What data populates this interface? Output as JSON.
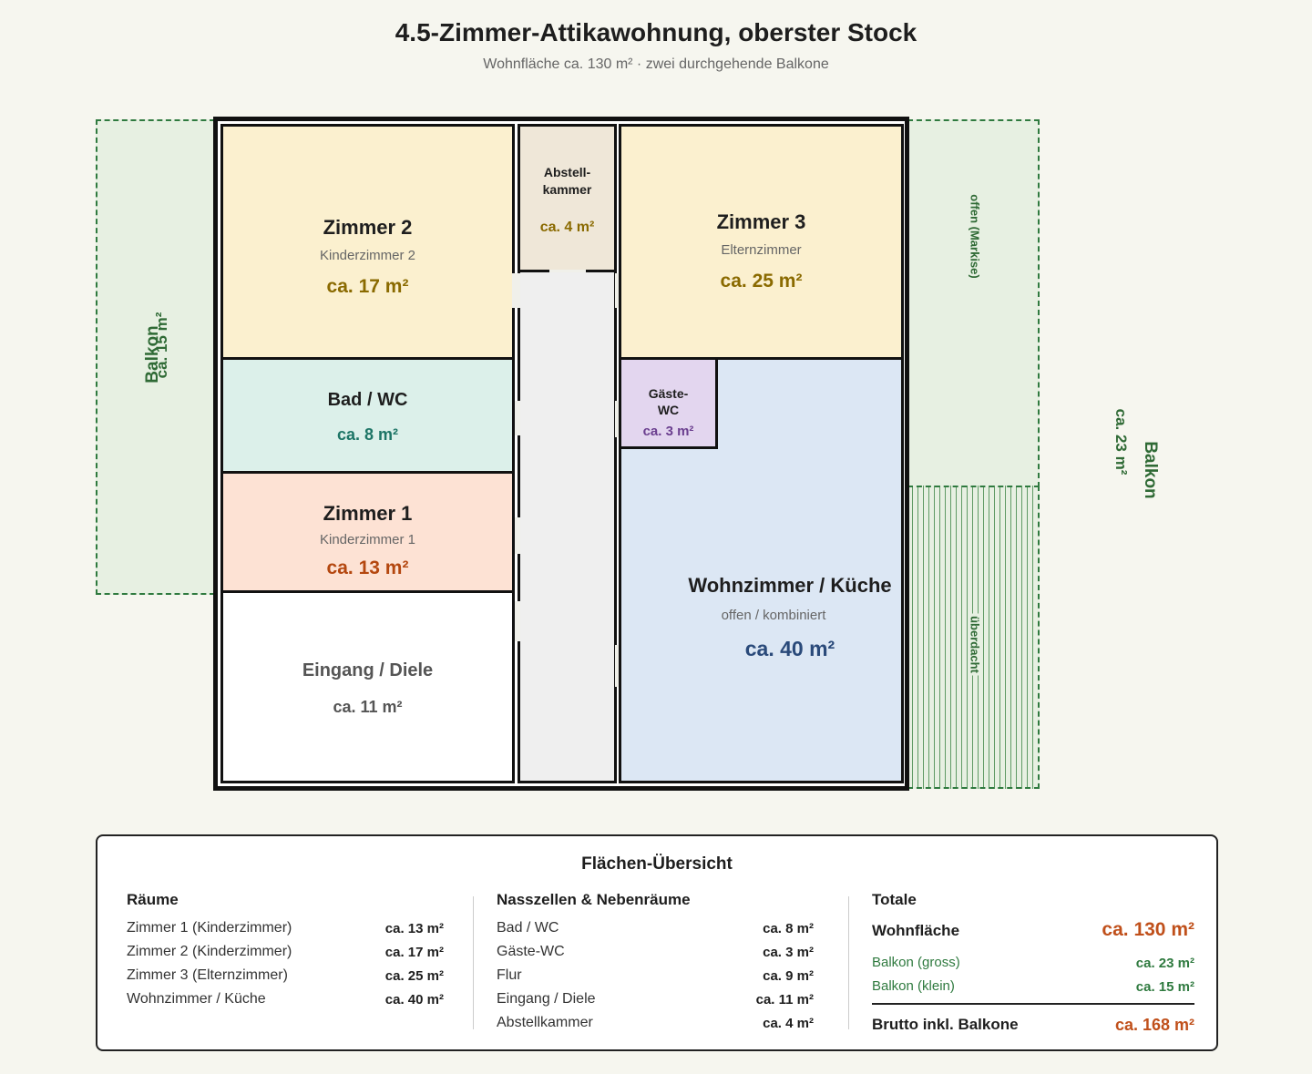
{
  "header": {
    "title": "4.5-Zimmer-Attikawohnung, oberster Stock",
    "subtitle": "Wohnfläche ca. 130 m² · zwei durchgehende Balkone"
  },
  "colors": {
    "zimmer_yellow": "#fbf0cf",
    "bad_mint": "#dcf0ea",
    "zimmer1_salmon": "#fde2d4",
    "wohn_blue": "#dce7f4",
    "gaeste_lilac": "#e3d6ef",
    "abstell_beige": "#efe7d8",
    "flur_grey": "#efefef",
    "balcony_green": "#2f7a3f",
    "accent_red": "#c0501b"
  },
  "plan": {
    "zimmer2": {
      "name": "Zimmer 2",
      "sub": "Kinderzimmer 2",
      "area": "ca. 17 m²"
    },
    "abstell": {
      "name_1": "Abstell-",
      "name_2": "kammer",
      "area": "ca. 4 m²"
    },
    "zimmer3": {
      "name": "Zimmer 3",
      "sub": "Elternzimmer",
      "area": "ca. 25 m²"
    },
    "bad": {
      "name": "Bad / WC",
      "area": "ca. 8 m²"
    },
    "gaeste": {
      "name_1": "Gäste-",
      "name_2": "WC",
      "area": "ca. 3 m²"
    },
    "zimmer1": {
      "name": "Zimmer 1",
      "sub": "Kinderzimmer 1",
      "area": "ca. 13 m²"
    },
    "wohn": {
      "name": "Wohnzimmer / Küche",
      "sub": "offen / kombiniert",
      "area": "ca. 40 m²"
    },
    "eingang": {
      "name": "Eingang / Diele",
      "area": "ca. 11 m²"
    },
    "balkon_left": {
      "name": "Balkon",
      "area": "ca. 15 m²"
    },
    "balkon_right": {
      "name": "Balkon",
      "area": "ca. 23 m²",
      "open": "offen (Markise)",
      "covered": "überdacht"
    }
  },
  "summary": {
    "title": "Flächen-Übersicht",
    "rooms": {
      "heading": "Räume",
      "rows": [
        {
          "label": "Zimmer 1 (Kinderzimmer)",
          "value": "ca. 13 m²"
        },
        {
          "label": "Zimmer 2 (Kinderzimmer)",
          "value": "ca. 17 m²"
        },
        {
          "label": "Zimmer 3 (Elternzimmer)",
          "value": "ca. 25 m²"
        },
        {
          "label": "Wohnzimmer / Küche",
          "value": "ca. 40 m²"
        }
      ]
    },
    "wet": {
      "heading": "Nasszellen & Nebenräume",
      "rows": [
        {
          "label": "Bad / WC",
          "value": "ca. 8 m²"
        },
        {
          "label": "Gäste-WC",
          "value": "ca. 3 m²"
        },
        {
          "label": "Flur",
          "value": "ca. 9 m²"
        },
        {
          "label": "Eingang / Diele",
          "value": "ca. 11 m²"
        },
        {
          "label": "Abstellkammer",
          "value": "ca. 4 m²"
        }
      ]
    },
    "totals": {
      "heading": "Totale",
      "wohnflaeche_label": "Wohnfläche",
      "wohnflaeche_value": "ca. 130 m²",
      "balkon_gross_label": "Balkon (gross)",
      "balkon_gross_value": "ca. 23 m²",
      "balkon_klein_label": "Balkon (klein)",
      "balkon_klein_value": "ca. 15 m²",
      "brutto_label": "Brutto inkl. Balkone",
      "brutto_value": "ca. 168 m²"
    }
  }
}
